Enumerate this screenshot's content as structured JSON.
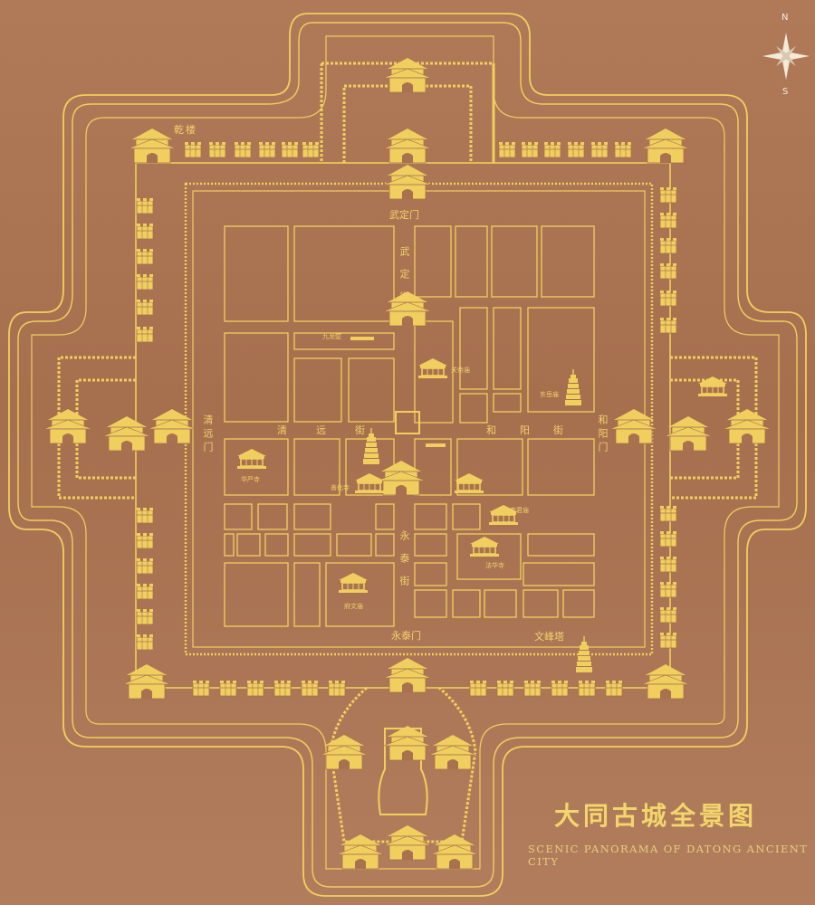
{
  "title": "大同古城全景图",
  "subtitle": "SCENIC PANORAMA OF DATONG ANCIENT CITY",
  "compass": {
    "north": "N",
    "south": "S"
  },
  "gates": {
    "north": "武定门",
    "west": "清远门",
    "east": "和阳门",
    "south": "永泰门"
  },
  "streets": {
    "north": "武定街",
    "west": "清远街",
    "east": "和阳街",
    "south": "永泰街"
  },
  "towers": {
    "northwest": "乾楼",
    "wenfeng_pagoda": "文峰塔"
  },
  "landmarks_small": [
    "华严寺",
    "九龙壁",
    "关帝庙",
    "善化寺",
    "法华寺",
    "帝君庙",
    "东岳庙",
    "府文庙"
  ],
  "colors": {
    "background": "#a8714f",
    "gold": "#f0cf5e",
    "gold_dark": "#c9a23e"
  },
  "icons": [
    "compass-rose-icon",
    "wall-battlement-icon",
    "gate-tower-icon",
    "pagoda-icon",
    "temple-icon"
  ]
}
